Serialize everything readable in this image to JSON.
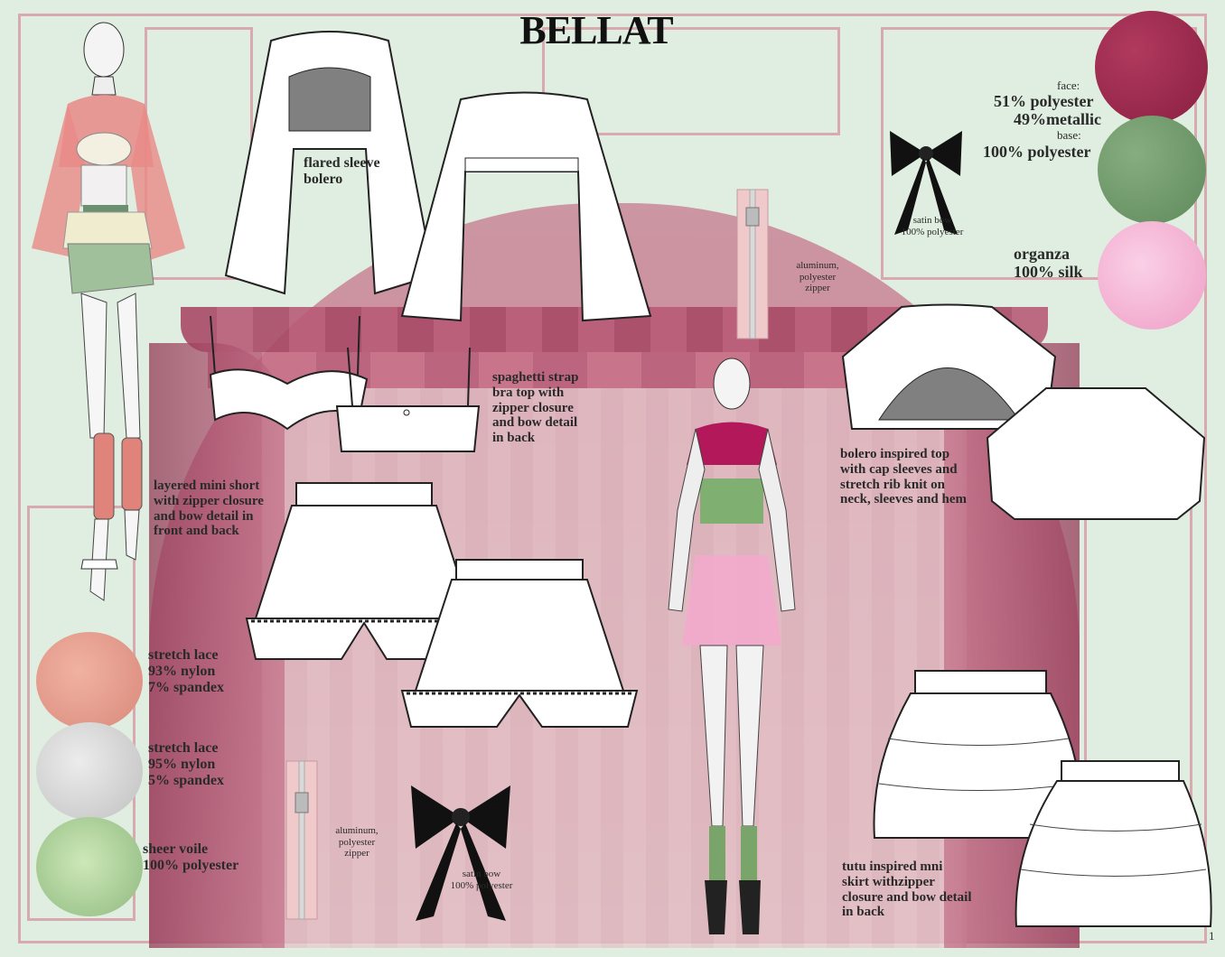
{
  "title": "BELLAT",
  "labels": {
    "flared_sleeve": "flared sleeve\nbolero",
    "spaghetti": "spaghetti strap\nbra top with\nzipper closure\nand bow detail\nin back",
    "layered_short": "layered mini short\nwith zipper closure\nand bow detail in\nfront and back",
    "bolero_top": "bolero inspired top\nwith cap sleeves and\nstretch rib knit on\nneck, sleeves and hem",
    "tutu": "tutu inspired mni\nskirt withzipper\nclosure and bow detail\nin back",
    "zipper_top": "aluminum,\npolyester\nzipper",
    "zipper_bottom": "aluminum,\npolyester\nzipper",
    "bow_top": "satin bow\n100% polyester",
    "bow_bottom": "satin bow\n100% polyester"
  },
  "fabrics": {
    "metallic_face_label": "face:",
    "metallic_line1": "51% polyester",
    "metallic_line2": "49%metallic",
    "metallic_base_label": "base:",
    "metallic_line3": "100% polyester",
    "organza": "organza\n100% silk",
    "lace1": "stretch lace\n93% nylon\n7% spandex",
    "lace2": "stretch lace\n95% nylon\n5% spandex",
    "voile": "sheer voile\n100% polyester"
  },
  "colors": {
    "background": "#dfeee0",
    "curtain": "#c4768a",
    "burgundy": "#9a2a4c",
    "green": "#6f9a6a",
    "pink": "#f2b6d4",
    "coral": "#e59a8a",
    "grey": "#d2d2d2",
    "black": "#111111"
  },
  "page_number": "1"
}
